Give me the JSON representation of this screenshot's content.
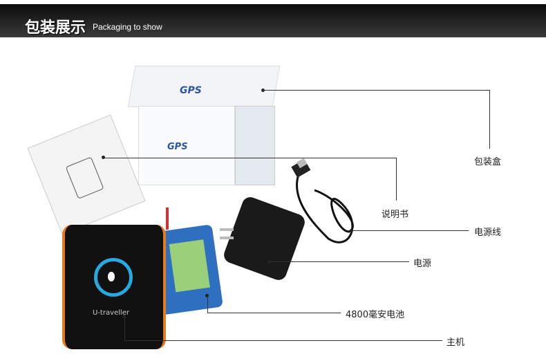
{
  "header": {
    "title_cn": "包装展示",
    "title_en": "Packaging to show"
  },
  "box": {
    "brand": "GPS"
  },
  "callouts": {
    "box": "包装盒",
    "manual": "说明书",
    "cable": "电源线",
    "adapter": "电源",
    "battery": "4800毫安电池",
    "device": "主机"
  },
  "device": {
    "brand": "U-traveller"
  }
}
